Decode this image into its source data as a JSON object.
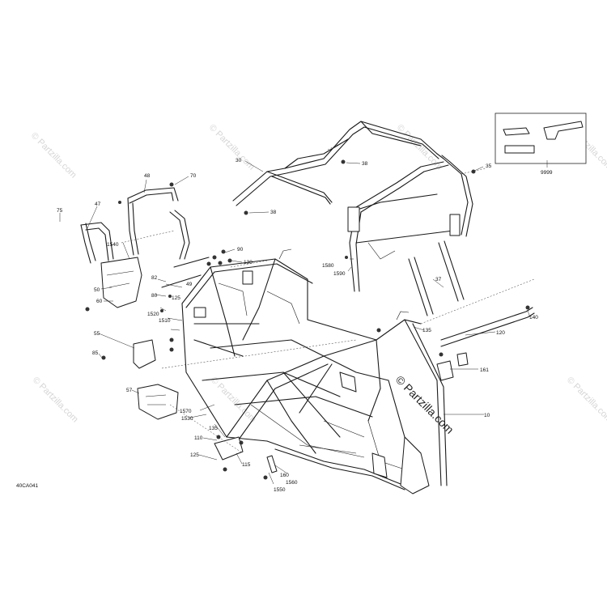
{
  "diagram": {
    "code": "40CA041",
    "watermark": "© Partzilla.com",
    "watermark_main": "© Partzilla.com"
  },
  "callouts": [
    "10",
    "30",
    "35",
    "37",
    "38",
    "38",
    "47",
    "48",
    "49",
    "50",
    "55",
    "57",
    "60",
    "70",
    "75",
    "80",
    "82",
    "85",
    "90",
    "110",
    "115",
    "120",
    "125",
    "125",
    "130",
    "135",
    "135",
    "140",
    "160",
    "161",
    "1510",
    "1520",
    "1530",
    "1540",
    "1550",
    "1560",
    "1570",
    "1580",
    "1590",
    "9999"
  ]
}
